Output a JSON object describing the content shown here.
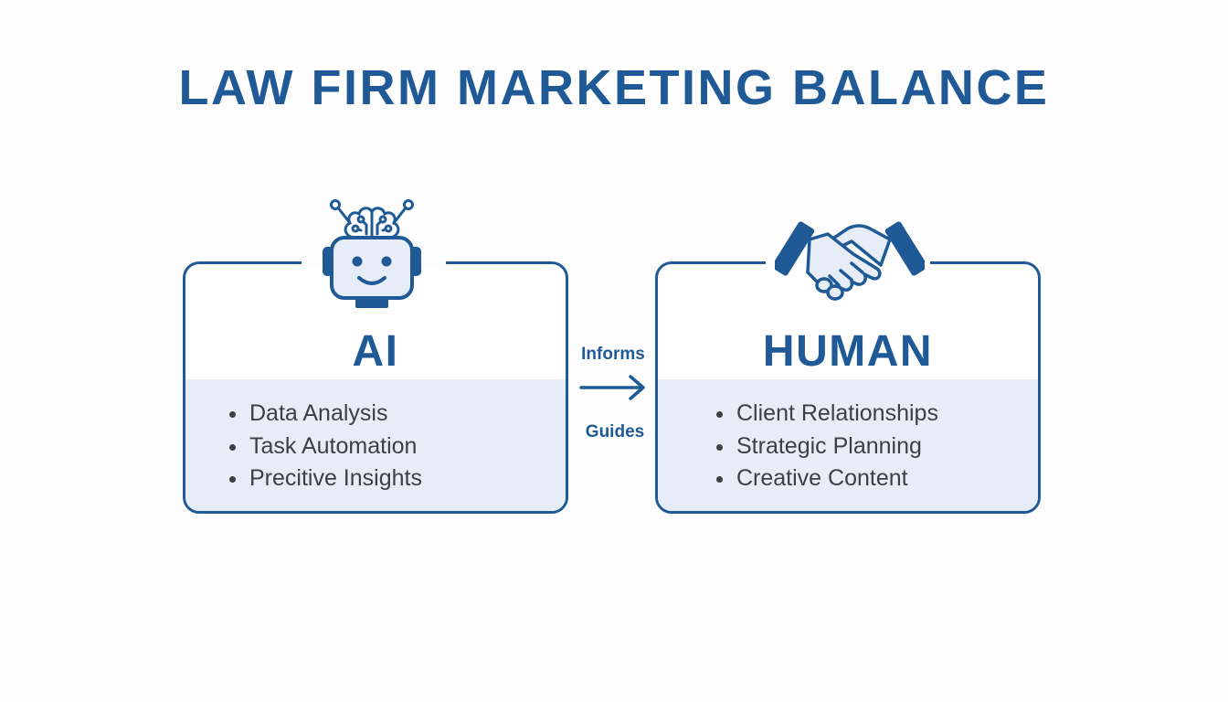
{
  "title": "LAW FIRM MARKETING BALANCE",
  "colors": {
    "primary": "#1f5a96",
    "panel_fill": "#e6edf7",
    "text": "#3d4043"
  },
  "ai": {
    "icon": "robot-brain-icon",
    "label": "AI",
    "items": [
      "Data Analysis",
      "Task Automation",
      "Precitive Insights"
    ]
  },
  "human": {
    "icon": "handshake-icon",
    "label": "HUMAN",
    "items": [
      "Client Relationships",
      "Strategic Planning",
      "Creative Content"
    ]
  },
  "flow": {
    "top_label": "Informs",
    "bottom_label": "Guides",
    "icon": "arrow-right-icon"
  }
}
